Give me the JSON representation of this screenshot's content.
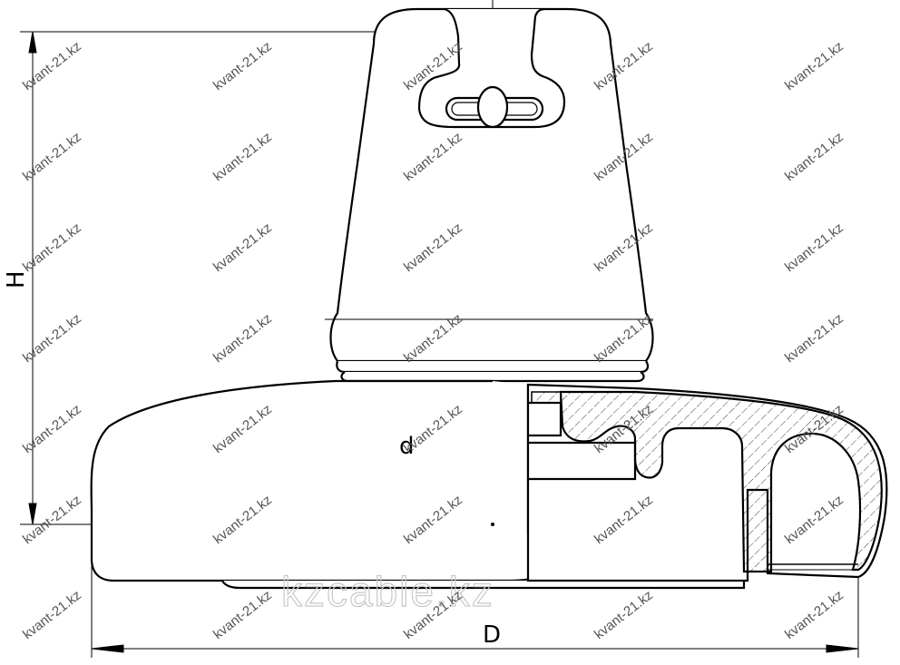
{
  "labels": {
    "height": "H",
    "inner_diameter": "d",
    "outer_diameter": "D"
  },
  "watermarks": {
    "repeated": "kvant-21.kz",
    "central": "kzcable.kz"
  },
  "colors": {
    "line": "#000000",
    "background": "#ffffff",
    "hatch": "#444444"
  }
}
